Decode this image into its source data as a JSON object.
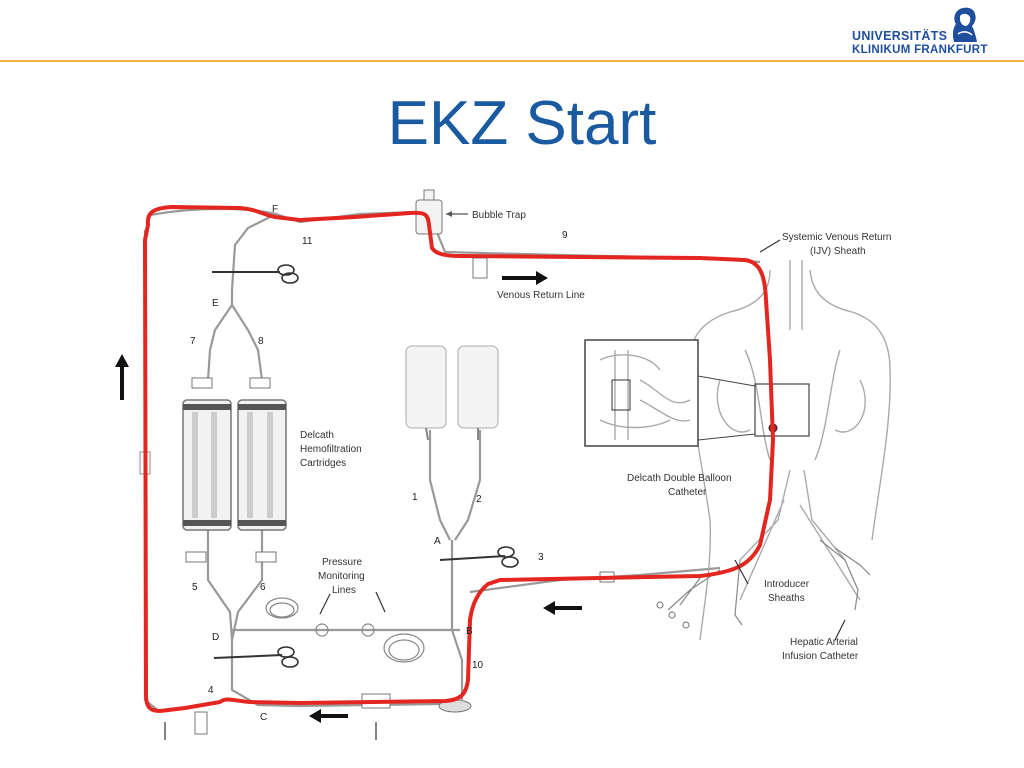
{
  "slide": {
    "title": "EKZ Start"
  },
  "logo": {
    "line1": "UNIVERSITÄTS",
    "line2": "KLINIKUM FRANKFURT",
    "brand_color": "#1f4e9c"
  },
  "accent_color": "#f0b43c",
  "circuit_color": "#e3261f",
  "diagram": {
    "labels": {
      "bubble_trap": "Bubble Trap",
      "venous_return_line": "Venous Return Line",
      "systemic_venous_return_1": "Systemic Venous Return",
      "systemic_venous_return_2": "(IJV) Sheath",
      "cartridges_1": "Delcath",
      "cartridges_2": "Hemofiltration",
      "cartridges_3": "Cartridges",
      "pressure_1": "Pressure",
      "pressure_2": "Monitoring",
      "pressure_3": "Lines",
      "catheter_1": "Delcath Double Balloon",
      "catheter_2": "Catheter",
      "introducer_1": "Introducer",
      "introducer_2": "Sheaths",
      "hepatic_1": "Hepatic Arterial",
      "hepatic_2": "Infusion Catheter"
    },
    "points": {
      "F": "F",
      "E": "E",
      "D": "D",
      "C": "C",
      "A": "A",
      "B": "B",
      "n1": "1",
      "n2": "2",
      "n3": "3",
      "n4": "4",
      "n5": "5",
      "n6": "6",
      "n7": "7",
      "n8": "8",
      "n9": "9",
      "n10": "10",
      "n11": "11"
    }
  }
}
